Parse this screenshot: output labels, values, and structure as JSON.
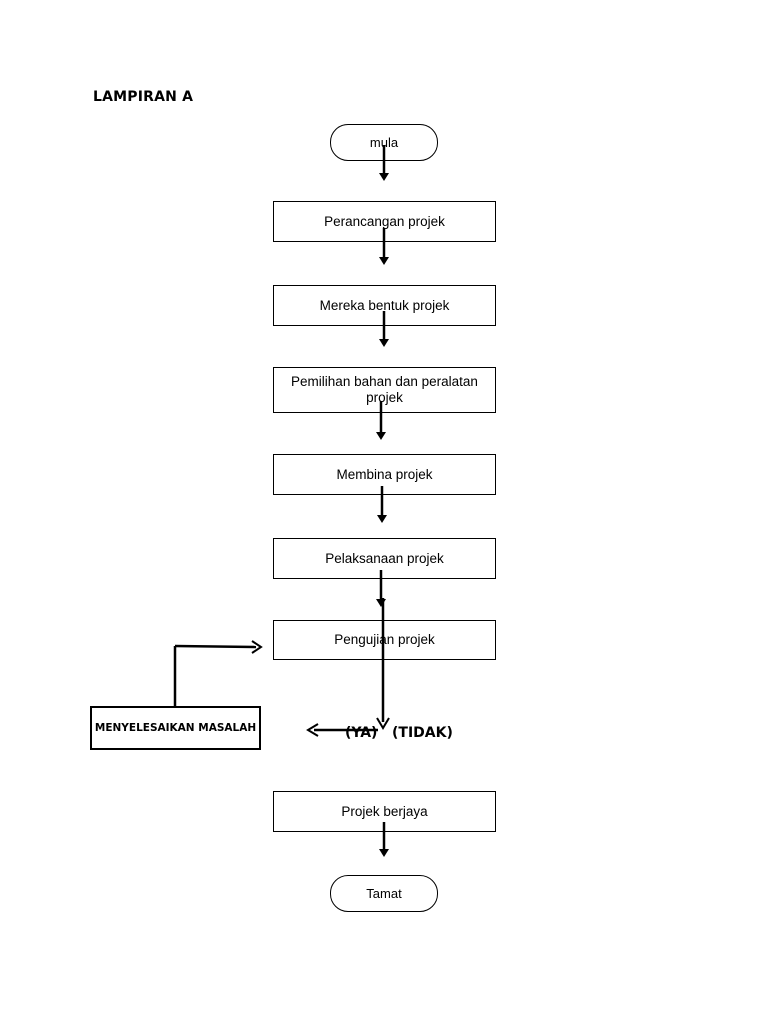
{
  "heading": "LAMPIRAN A",
  "flow": {
    "start": "mula",
    "steps": [
      "Perancangan projek",
      "Mereka bentuk projek",
      "Pemilihan bahan dan peralatan projek",
      "Membina projek",
      "Pelaksanaan projek",
      "Pengujian projek"
    ],
    "decision": {
      "yes": "(YA)",
      "no": "(TIDAK)"
    },
    "fix": "MENYELESAIKAN MASALAH",
    "success": "Projek berjaya",
    "end": "Tamat"
  }
}
